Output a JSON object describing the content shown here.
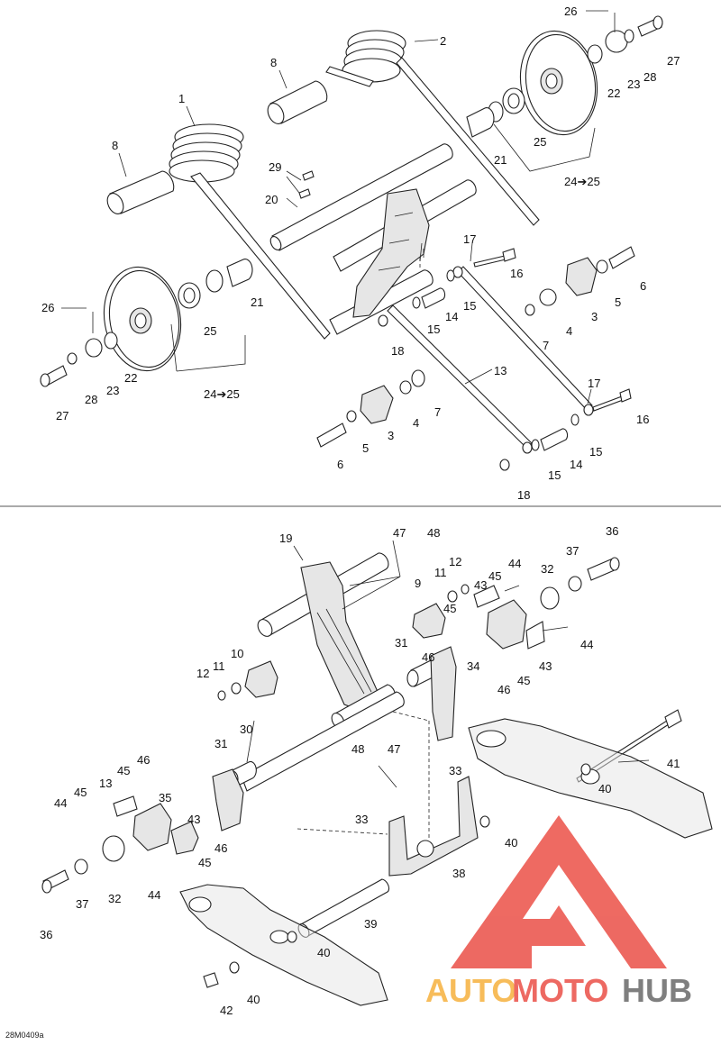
{
  "drawing_ref": "28M0409a",
  "watermark": {
    "part1": "AUTO",
    "part2": "MOTO",
    "part3": "HUB",
    "color_orange": "#f5a623",
    "color_red": "#e8382e",
    "color_gray": "#555555"
  },
  "callouts_top": [
    {
      "id": "t1",
      "text": "1"
    },
    {
      "id": "t2",
      "text": "2"
    },
    {
      "id": "t8a",
      "text": "8"
    },
    {
      "id": "t8b",
      "text": "8"
    },
    {
      "id": "t26a",
      "text": "26"
    },
    {
      "id": "t27a",
      "text": "27"
    },
    {
      "id": "t28a",
      "text": "28"
    },
    {
      "id": "t22a",
      "text": "22"
    },
    {
      "id": "t23a",
      "text": "23"
    },
    {
      "id": "t25a",
      "text": "25"
    },
    {
      "id": "t21a",
      "text": "21"
    },
    {
      "id": "t2425a",
      "text": "24➔25"
    },
    {
      "id": "t29",
      "text": "29"
    },
    {
      "id": "t20",
      "text": "20"
    },
    {
      "id": "t17a",
      "text": "17"
    },
    {
      "id": "t16a",
      "text": "16"
    },
    {
      "id": "t6a",
      "text": "6"
    },
    {
      "id": "t5a",
      "text": "5"
    },
    {
      "id": "t3a",
      "text": "3"
    },
    {
      "id": "t4a",
      "text": "4"
    },
    {
      "id": "t7a",
      "text": "7"
    },
    {
      "id": "t14a",
      "text": "14"
    },
    {
      "id": "t15a",
      "text": "15"
    },
    {
      "id": "t15b",
      "text": "15"
    },
    {
      "id": "t18a",
      "text": "18"
    },
    {
      "id": "t13",
      "text": "13"
    },
    {
      "id": "t26b",
      "text": "26"
    },
    {
      "id": "t25b",
      "text": "25"
    },
    {
      "id": "t21b",
      "text": "21"
    },
    {
      "id": "t22b",
      "text": "22"
    },
    {
      "id": "t23b",
      "text": "23"
    },
    {
      "id": "t28b",
      "text": "28"
    },
    {
      "id": "t27b",
      "text": "27"
    },
    {
      "id": "t2425b",
      "text": "24➔25"
    },
    {
      "id": "t7b",
      "text": "7"
    },
    {
      "id": "t4b",
      "text": "4"
    },
    {
      "id": "t3b",
      "text": "3"
    },
    {
      "id": "t5b",
      "text": "5"
    },
    {
      "id": "t6b",
      "text": "6"
    },
    {
      "id": "t17b",
      "text": "17"
    },
    {
      "id": "t16b",
      "text": "16"
    },
    {
      "id": "t15c",
      "text": "15"
    },
    {
      "id": "t14b",
      "text": "14"
    },
    {
      "id": "t15d",
      "text": "15"
    },
    {
      "id": "t18b",
      "text": "18"
    }
  ],
  "callouts_bottom": [
    {
      "id": "b19",
      "text": "19"
    },
    {
      "id": "b47a",
      "text": "47"
    },
    {
      "id": "b48a",
      "text": "48"
    },
    {
      "id": "b36a",
      "text": "36"
    },
    {
      "id": "b37a",
      "text": "37"
    },
    {
      "id": "b12a",
      "text": "12"
    },
    {
      "id": "b11a",
      "text": "11"
    },
    {
      "id": "b44a",
      "text": "44"
    },
    {
      "id": "b45a",
      "text": "45"
    },
    {
      "id": "b9",
      "text": "9"
    },
    {
      "id": "b43a",
      "text": "43"
    },
    {
      "id": "b32a",
      "text": "32"
    },
    {
      "id": "b45b",
      "text": "45"
    },
    {
      "id": "b44b",
      "text": "44"
    },
    {
      "id": "b10",
      "text": "10"
    },
    {
      "id": "b11b",
      "text": "11"
    },
    {
      "id": "b12b",
      "text": "12"
    },
    {
      "id": "b31a",
      "text": "31"
    },
    {
      "id": "b46a",
      "text": "46"
    },
    {
      "id": "b34",
      "text": "34"
    },
    {
      "id": "b45c",
      "text": "45"
    },
    {
      "id": "b43b",
      "text": "43"
    },
    {
      "id": "b46b",
      "text": "46"
    },
    {
      "id": "b30",
      "text": "30"
    },
    {
      "id": "b31b",
      "text": "31"
    },
    {
      "id": "b46c",
      "text": "46"
    },
    {
      "id": "b45d",
      "text": "45"
    },
    {
      "id": "b13",
      "text": "13"
    },
    {
      "id": "b35",
      "text": "35"
    },
    {
      "id": "b44c",
      "text": "44"
    },
    {
      "id": "b45e",
      "text": "45"
    },
    {
      "id": "b43c",
      "text": "43"
    },
    {
      "id": "b46d",
      "text": "46"
    },
    {
      "id": "b45f",
      "text": "45"
    },
    {
      "id": "b44d",
      "text": "44"
    },
    {
      "id": "b32b",
      "text": "32"
    },
    {
      "id": "b37b",
      "text": "37"
    },
    {
      "id": "b36b",
      "text": "36"
    },
    {
      "id": "b48b",
      "text": "48"
    },
    {
      "id": "b47b",
      "text": "47"
    },
    {
      "id": "b33a",
      "text": "33"
    },
    {
      "id": "b33b",
      "text": "33"
    },
    {
      "id": "b38",
      "text": "38"
    },
    {
      "id": "b41",
      "text": "41"
    },
    {
      "id": "b40a",
      "text": "40"
    },
    {
      "id": "b40b",
      "text": "40"
    },
    {
      "id": "b39",
      "text": "39"
    },
    {
      "id": "b40c",
      "text": "40"
    },
    {
      "id": "b42",
      "text": "42"
    },
    {
      "id": "b40d",
      "text": "40"
    }
  ]
}
